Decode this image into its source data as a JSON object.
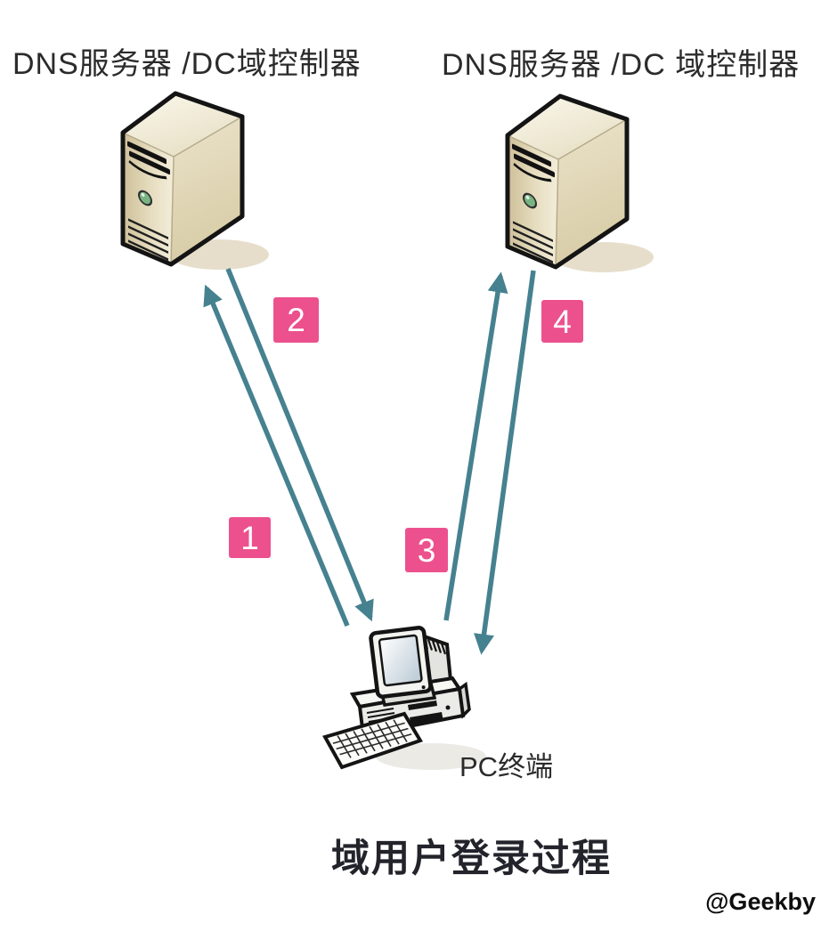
{
  "labels": {
    "server_left": "DNS服务器 /DC域控制器",
    "server_right": "DNS服务器 /DC 域控制器",
    "pc": "PC终端",
    "title": "域用户登录过程",
    "watermark": "@Geekby"
  },
  "steps": [
    {
      "number": "1",
      "from": "pc",
      "to": "dns-dc-left",
      "direction": "up"
    },
    {
      "number": "2",
      "from": "dns-dc-left",
      "to": "pc",
      "direction": "down"
    },
    {
      "number": "3",
      "from": "pc",
      "to": "dns-dc-right",
      "direction": "up"
    },
    {
      "number": "4",
      "from": "dns-dc-right",
      "to": "pc",
      "direction": "down"
    }
  ],
  "icons": {
    "server": "server-tower-icon",
    "pc": "desktop-computer-icon",
    "arrow": "teal-line-arrow"
  },
  "colors": {
    "arrow": "#46818f",
    "badge_bg": "#ec518e",
    "badge_text": "#ffffff",
    "label_text": "#2b2b2b",
    "title_text": "#23232b",
    "watermark_text": "#0e0e0e",
    "canvas_bg": "#ffffff",
    "server_body": "#e9e1c6",
    "server_outline": "#141414",
    "led": "#79b383"
  }
}
